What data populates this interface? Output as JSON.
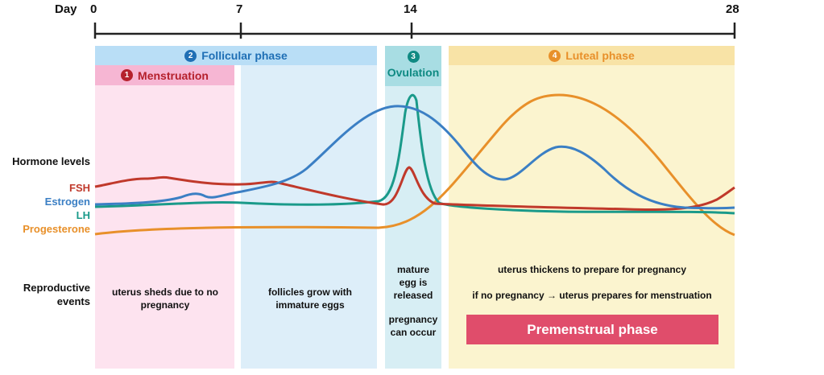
{
  "axis": {
    "label": "Day",
    "ticks": [
      "0",
      "7",
      "14",
      "28"
    ]
  },
  "phases": {
    "follicular": {
      "num": "2",
      "label": "Follicular phase",
      "color": "#1f6fb5"
    },
    "menstruation": {
      "num": "1",
      "label": "Menstruation",
      "color": "#b5212c"
    },
    "ovulation": {
      "num": "3",
      "label": "Ovulation",
      "color": "#0f8a83"
    },
    "luteal": {
      "num": "4",
      "label": "Luteal phase",
      "color": "#e8902a"
    }
  },
  "rows": {
    "hormone_levels": "Hormone levels",
    "reproductive_events": "Reproductive events"
  },
  "hormones": [
    {
      "name": "FSH",
      "color": "#c0392b"
    },
    {
      "name": "Estrogen",
      "color": "#3b7fc4"
    },
    {
      "name": "LH",
      "color": "#1a9a8a"
    },
    {
      "name": "Progesterone",
      "color": "#e8902a"
    }
  ],
  "events": {
    "menstruation": "uterus sheds due to no pregnancy",
    "follicular": "follicles grow with immature eggs",
    "ovulation_1": "mature egg is released",
    "ovulation_2": "pregnancy can occur",
    "luteal_1": "uterus thickens to prepare for pregnancy",
    "luteal_2": "if no pregnancy → uterus prepares for menstruation"
  },
  "premenstrual": {
    "label": "Premenstrual phase",
    "color": "#e04d6b"
  }
}
